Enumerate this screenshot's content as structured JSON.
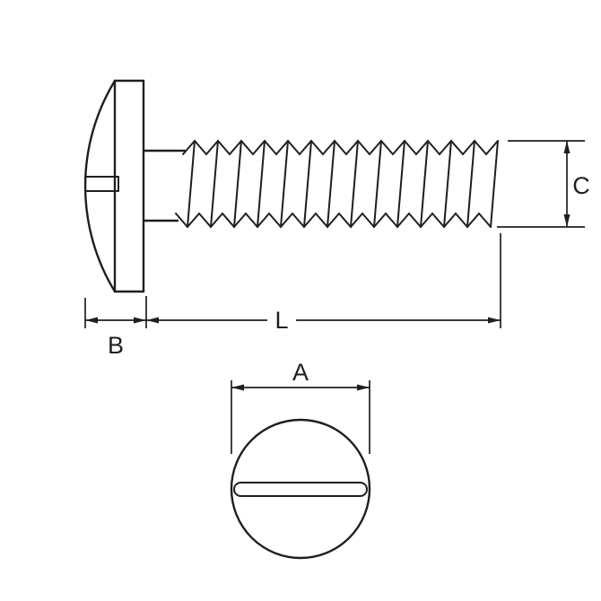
{
  "colors": {
    "line": "#1f1f1f",
    "background": "#ffffff"
  },
  "dimensions": {
    "shank_length_label": "L",
    "head_height_label": "B",
    "thread_diameter_label": "C",
    "head_diameter_label": "A"
  }
}
